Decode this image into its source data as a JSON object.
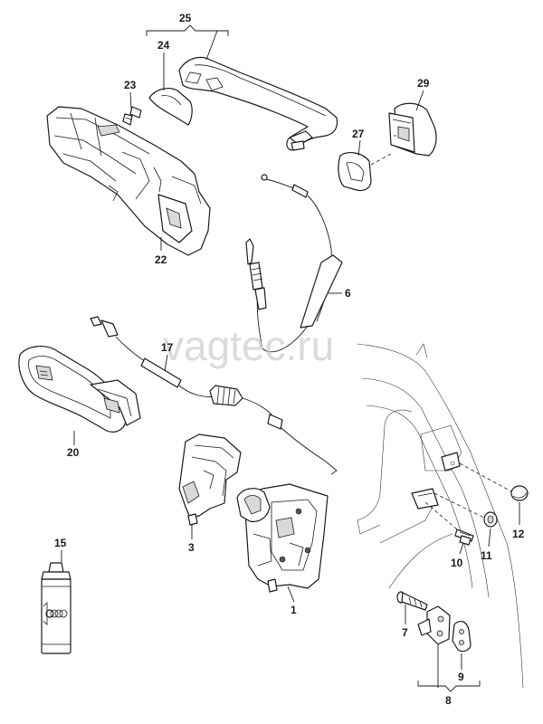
{
  "watermark": "vagtec.ru",
  "callouts": {
    "p1": "1",
    "p3": "3",
    "p6": "6",
    "p7": "7",
    "p8": "8",
    "p9": "9",
    "p10": "10",
    "p11": "11",
    "p12": "12",
    "p15": "15",
    "p17": "17",
    "p20": "20",
    "p22": "22",
    "p23": "23",
    "p24": "24",
    "p25": "25",
    "p27": "27",
    "p29": "29"
  },
  "colors": {
    "line": "#1a1a1a",
    "fill": "#ffffff",
    "shade": "#d9d9d9",
    "watermark": "#cfcfcf"
  },
  "icons": {
    "can_emblem": "four-rings-emblem"
  }
}
